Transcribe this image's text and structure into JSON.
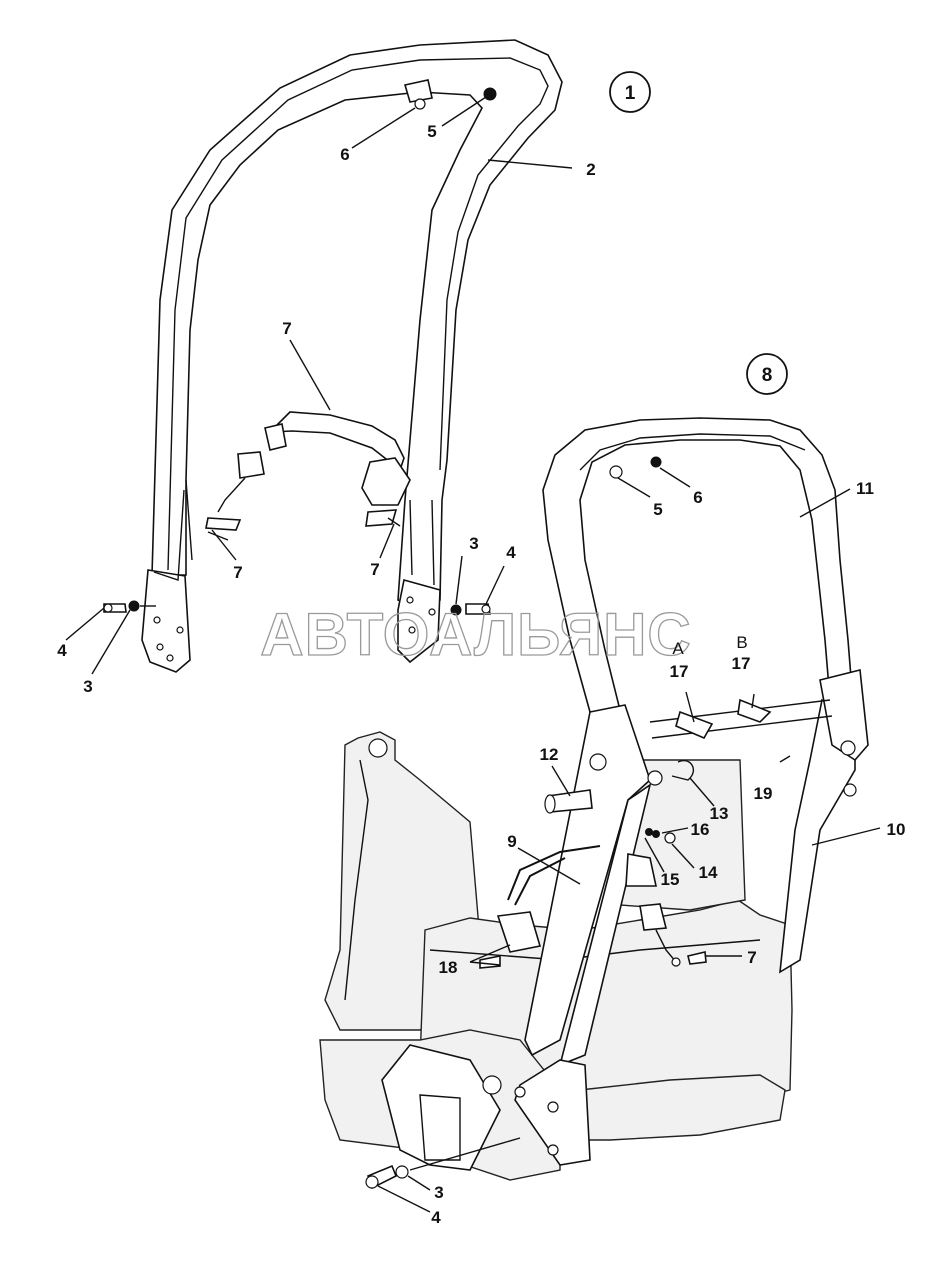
{
  "watermark": "АВТОАЛЬЯНС",
  "views": [
    {
      "id": "view-1",
      "label": "1"
    },
    {
      "id": "view-8",
      "label": "8"
    }
  ],
  "callouts_upper": {
    "c2": "2",
    "c5": "5",
    "c6": "6",
    "c7a": "7",
    "c7b": "7",
    "c7c": "7",
    "c3a": "3",
    "c4a": "4",
    "c3b": "3",
    "c4b": "4"
  },
  "callouts_lower": {
    "c5": "5",
    "c6": "6",
    "c11": "11",
    "c10": "10",
    "c9": "9",
    "c12": "12",
    "c13": "13",
    "c14": "14",
    "c15": "15",
    "c16": "16",
    "c17a": "17",
    "c17b": "17",
    "c18": "18",
    "c19": "19",
    "c7": "7",
    "c3": "3",
    "c4": "4",
    "letterA": "A",
    "letterB": "B"
  }
}
